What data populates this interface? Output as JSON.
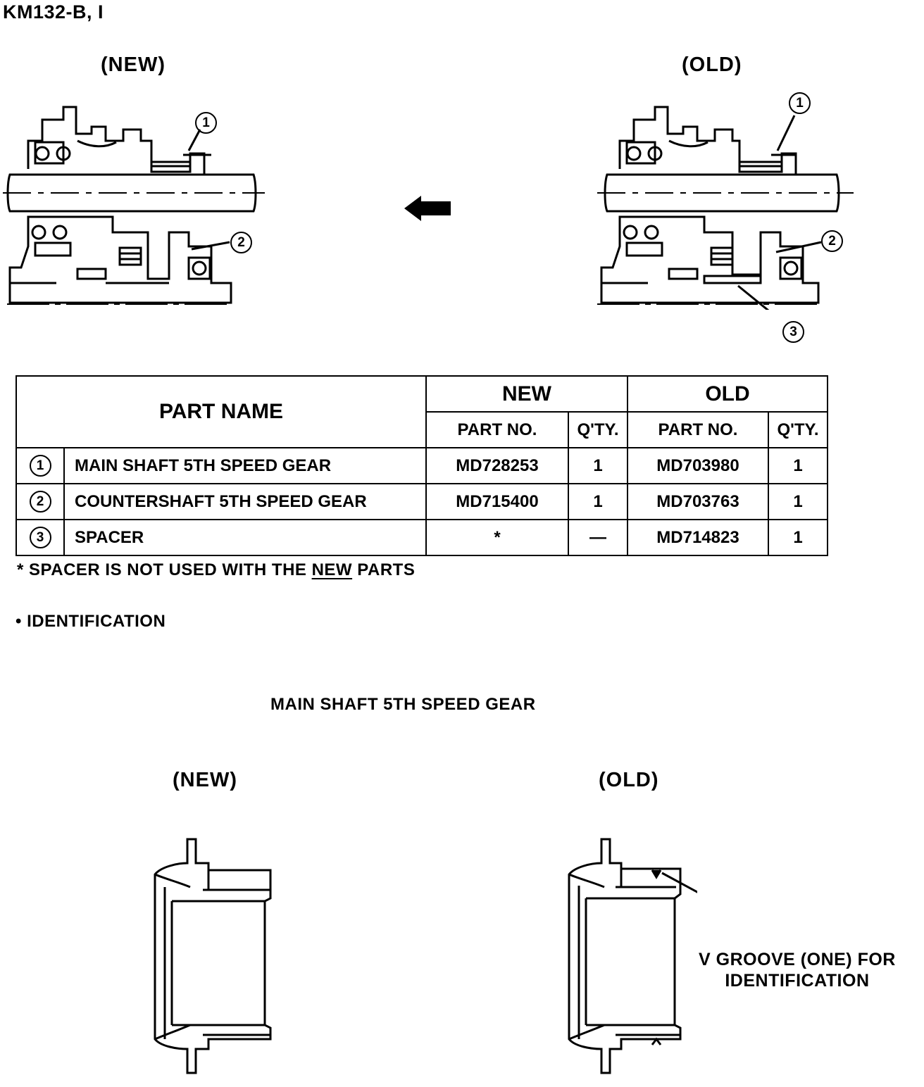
{
  "doc_code": "KM132-B, I",
  "top": {
    "new_caption": "(NEW)",
    "old_caption": "(OLD)",
    "callouts": {
      "c1": "1",
      "c2": "2",
      "c3": "3"
    }
  },
  "table": {
    "header": {
      "part_name": "PART NAME",
      "new": "NEW",
      "old": "OLD",
      "part_no": "PART NO.",
      "qty": "Q'TY."
    },
    "rows": [
      {
        "num": "1",
        "name": "MAIN SHAFT 5TH SPEED GEAR",
        "new_part": "MD728253",
        "new_qty": "1",
        "old_part": "MD703980",
        "old_qty": "1"
      },
      {
        "num": "2",
        "name": "COUNTERSHAFT 5TH SPEED GEAR",
        "new_part": "MD715400",
        "new_qty": "1",
        "old_part": "MD703763",
        "old_qty": "1"
      },
      {
        "num": "3",
        "name": "SPACER",
        "new_part": "*",
        "new_qty": "—",
        "old_part": "MD714823",
        "old_qty": "1"
      }
    ]
  },
  "notes": {
    "spacer_prefix": "* SPACER IS NOT USED WITH THE",
    "spacer_new": "NEW",
    "spacer_suffix": "PARTS",
    "identification": "• IDENTIFICATION"
  },
  "bottom": {
    "title": "MAIN SHAFT 5TH SPEED GEAR",
    "new_caption": "(NEW)",
    "old_caption": "(OLD)",
    "vgroove_line1": "V GROOVE (ONE) FOR",
    "vgroove_line2": "IDENTIFICATION"
  }
}
